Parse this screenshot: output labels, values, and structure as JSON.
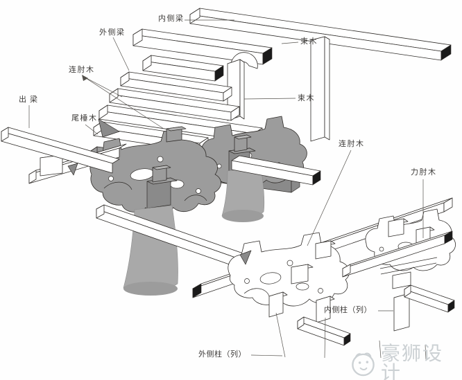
{
  "labels": {
    "inner_beam": "内侧梁",
    "outer_beam": "外侧梁",
    "connecting_bracket_arm_left": "连肘木",
    "protruding_beam": "出梁",
    "tail_rafter": "尾棰木",
    "strut_top": "束木",
    "strut_mid": "束木",
    "connecting_bracket_arm_right": "连肘木",
    "force_bracket_arm": "力肘木",
    "inner_column_row": "内侧柱（列）",
    "outer_column_row": "外侧柱（列）"
  },
  "watermark": {
    "logo": "lion-face-icon",
    "text": "豪狮设计"
  },
  "colors": {
    "background": "#fefefe",
    "line": "#2e2b28",
    "shade_gray": "#9c9c9c",
    "shade_gray_dark": "#8a8a8a",
    "column_gray": "#a9a9a9",
    "end_cap_black": "#1a1a1a",
    "label_text": "#3c3a38",
    "watermark_gray": "#ccd1d4"
  }
}
